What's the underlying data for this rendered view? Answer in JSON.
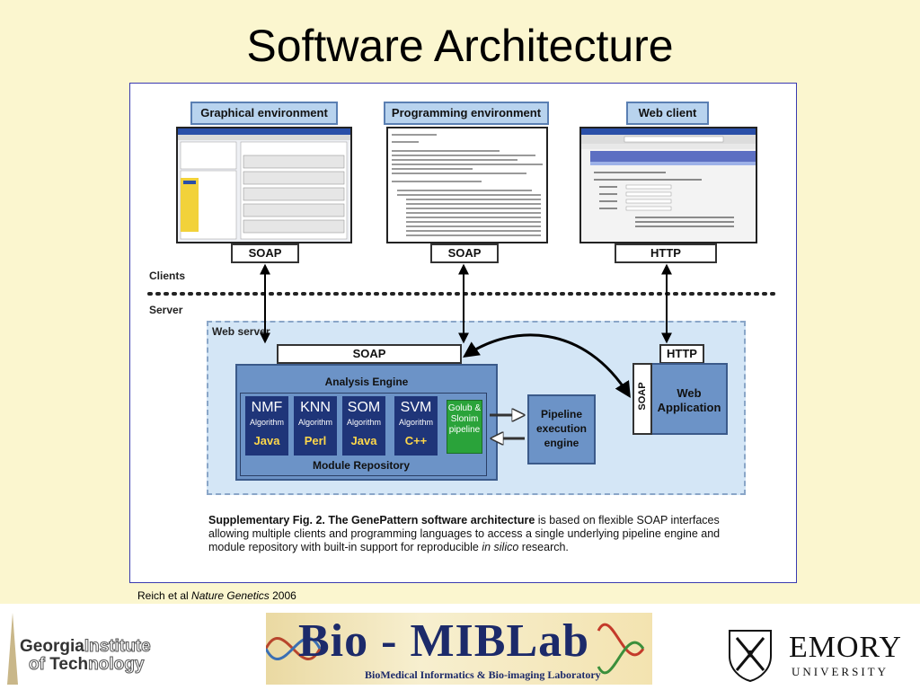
{
  "slide": {
    "title": "Software Architecture"
  },
  "figure": {
    "env_labels": {
      "graphical": "Graphical environment",
      "programming": "Programming environment",
      "web_client": "Web client"
    },
    "protocols": {
      "soap": "SOAP",
      "http": "HTTP"
    },
    "sides": {
      "clients": "Clients",
      "server": "Server"
    },
    "web_server_label": "Web server",
    "analysis_engine_label": "Analysis Engine",
    "module_repository_label": "Module Repository",
    "algorithms": [
      {
        "name": "NMF",
        "sub": "Algorithm",
        "lang": "Java"
      },
      {
        "name": "KNN",
        "sub": "Algorithm",
        "lang": "Perl"
      },
      {
        "name": "SOM",
        "sub": "Algorithm",
        "lang": "Java"
      },
      {
        "name": "SVM",
        "sub": "Algorithm",
        "lang": "C++"
      }
    ],
    "golub_pipeline": "Golub & Slonim pipeline",
    "pipeline_engine": "Pipeline execution engine",
    "web_application": "Web Application",
    "caption": {
      "bold": "Supplementary Fig. 2. The GenePattern software architecture",
      "text1": " is based on flexible SOAP interfaces allowing multiple clients and programming languages to access a single underlying pipeline engine and module repository with built-in support for reproducible ",
      "italic": "in silico",
      "text2": " research."
    }
  },
  "citation": {
    "authors": "Reich et al",
    "journal": "Nature Genetics",
    "year": "2006"
  },
  "footer": {
    "gatech_line1a": "Georgia",
    "gatech_line1b": "Institute",
    "gatech_line2a": "of ",
    "gatech_line2b": "Tech",
    "gatech_line2c": "nology",
    "bio_title": "Bio - MIBLab",
    "bio_subtitle": "BioMedical Informatics & Bio-imaging Laboratory",
    "emory_name": "EMORY",
    "emory_sub": "UNIVERSITY"
  },
  "colors": {
    "background": "#fbf6cf",
    "label_blue": "#b8d3ee",
    "algo_navy": "#1f3579",
    "pipeline_green": "#2aa33a"
  }
}
